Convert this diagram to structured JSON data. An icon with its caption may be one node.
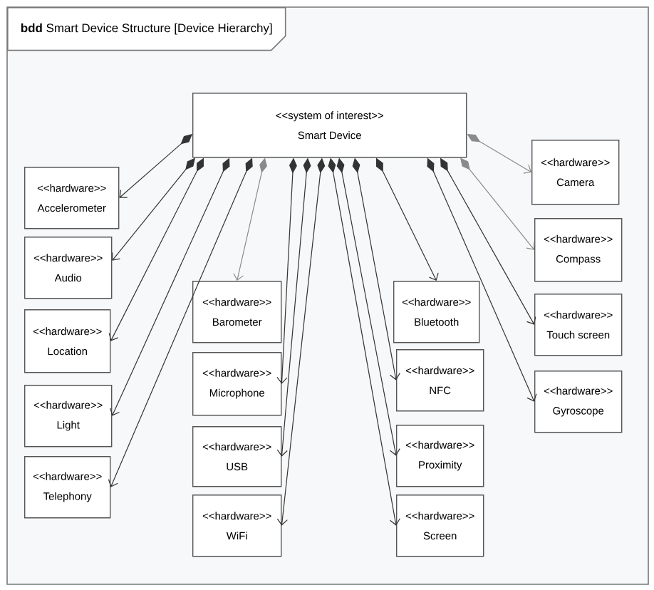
{
  "diagram": {
    "title": "**bdd** Smart Device Structure [Device Hierarchy]",
    "nodes": [
      {
        "text": [
          "<<system of interest>>",
          "Smart Device"
        ]
      },
      {
        "text": [
          "<<hardware>>",
          "Accelerometer"
        ]
      },
      {
        "text": [
          "<<hardware>>",
          "Audio"
        ]
      },
      {
        "text": [
          "<<hardware>>",
          "Location"
        ]
      },
      {
        "text": [
          "<<hardware>>",
          "Light"
        ]
      },
      {
        "text": [
          "<<hardware>>",
          "Telephony"
        ]
      },
      {
        "text": [
          "<<hardware>>",
          "Barometer"
        ]
      },
      {
        "text": [
          "<<hardware>>",
          "Microphone"
        ]
      },
      {
        "text": [
          "<<hardware>>",
          "USB"
        ]
      },
      {
        "text": [
          "<<hardware>>",
          "WiFi"
        ]
      },
      {
        "text": [
          "<<hardware>>",
          "Bluetooth"
        ]
      },
      {
        "text": [
          "<<hardware>>",
          "NFC"
        ]
      },
      {
        "text": [
          "<<hardware>>",
          "Proximity"
        ]
      },
      {
        "text": [
          "<<hardware>>",
          "Screen"
        ]
      },
      {
        "text": [
          "<<hardware>>",
          "Camera"
        ]
      },
      {
        "text": [
          "<<hardware>>",
          "Compass"
        ]
      },
      {
        "text": [
          "<<hardware>>",
          "Touch screen"
        ]
      },
      {
        "text": [
          "<<hardware>>",
          "Gyroscope"
        ]
      }
    ],
    "edges": [
      {
        "from": 0,
        "to": 1,
        "arrow": "to"
      },
      {
        "from": 0,
        "to": 2,
        "arrow": "to"
      },
      {
        "from": 0,
        "to": 3,
        "arrow": "to"
      },
      {
        "from": 0,
        "to": 4,
        "arrow": "to"
      },
      {
        "from": 0,
        "to": 5,
        "arrow": "to"
      },
      {
        "from": 0,
        "to": 6,
        "arrow": "to",
        "color": "#8a8a8a"
      },
      {
        "from": 0,
        "to": 7,
        "arrow": "to"
      },
      {
        "from": 0,
        "to": 8,
        "arrow": "to"
      },
      {
        "from": 0,
        "to": 9,
        "arrow": "to"
      },
      {
        "from": 0,
        "to": 10,
        "arrow": "to"
      },
      {
        "from": 0,
        "to": 11,
        "arrow": "to"
      },
      {
        "from": 0,
        "to": 12,
        "arrow": "to"
      },
      {
        "from": 0,
        "to": 13,
        "arrow": "to"
      },
      {
        "from": 0,
        "to": 14,
        "arrow": "to",
        "color": "#8a8a8a"
      },
      {
        "from": 0,
        "to": 15,
        "arrow": "to",
        "color": "#8a8a8a"
      },
      {
        "from": 0,
        "to": 16,
        "arrow": "to"
      },
      {
        "from": 0,
        "to": 17,
        "arrow": "to"
      }
    ]
  }
}
